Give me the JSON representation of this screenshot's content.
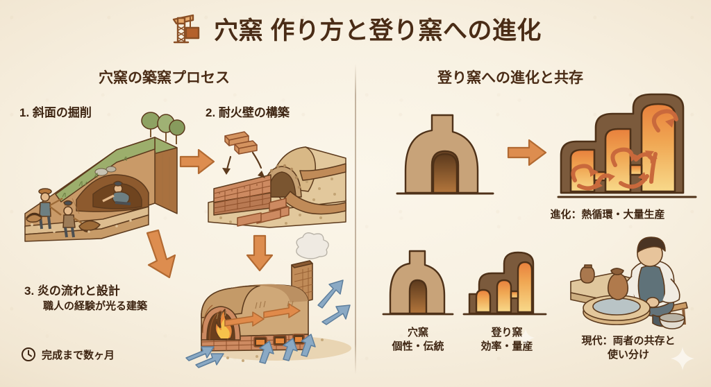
{
  "meta": {
    "background_color": "#f8f1e2",
    "ink_color": "#4a2c16",
    "accent_orange": "#d98a4e",
    "accent_blue": "#7fa0bd",
    "brick_color": "#c98a63",
    "clay_color": "#c8a27a"
  },
  "header": {
    "icon": "crane-icon",
    "title": "穴窯 作り方と登り窯への進化"
  },
  "sections": {
    "left": {
      "heading": "穴窯の築窯プロセス"
    },
    "right": {
      "heading": "登り窯への進化と共存"
    }
  },
  "left_panel": {
    "steps": [
      {
        "label": "1. 斜面の掘削",
        "illustration": "hillside-excavation-illustration"
      },
      {
        "label": "2. 耐火壁の構築",
        "illustration": "brick-wall-illustration"
      },
      {
        "label": "3. 炎の流れと設計",
        "sub": "職人の経験が光る建築",
        "illustration": "kiln-firing-illustration"
      }
    ],
    "arrows": [
      {
        "name": "arrow-step1-to-step2",
        "direction": "right",
        "color": "#d98a4e"
      },
      {
        "name": "arrow-step2-to-step3",
        "direction": "down",
        "color": "#d98a4e"
      },
      {
        "name": "arrow-step1-to-step3",
        "direction": "down-right",
        "color": "#d98a4e"
      }
    ],
    "footer": {
      "icon": "clock-icon",
      "text": "完成まで数ヶ月"
    }
  },
  "right_panel": {
    "evolution": {
      "from_illustration": "anagama-kiln-silhouette",
      "arrow": {
        "name": "arrow-anagama-to-noborigama",
        "direction": "right",
        "color": "#d98a4e"
      },
      "to_illustration": "noborigama-heat-flow-illustration",
      "caption": "進化：熱循環・大量生産"
    },
    "comparison": [
      {
        "illustration": "anagama-kiln-small-silhouette",
        "title": "穴窯",
        "sub": "個性・伝統"
      },
      {
        "illustration": "noborigama-kiln-small-silhouette",
        "title": "登り窯",
        "sub": "効率・量産"
      }
    ],
    "modern": {
      "illustration": "potter-at-wheel-illustration",
      "caption_line1": "現代：両者の共存と",
      "caption_line2": "使い分け"
    }
  }
}
